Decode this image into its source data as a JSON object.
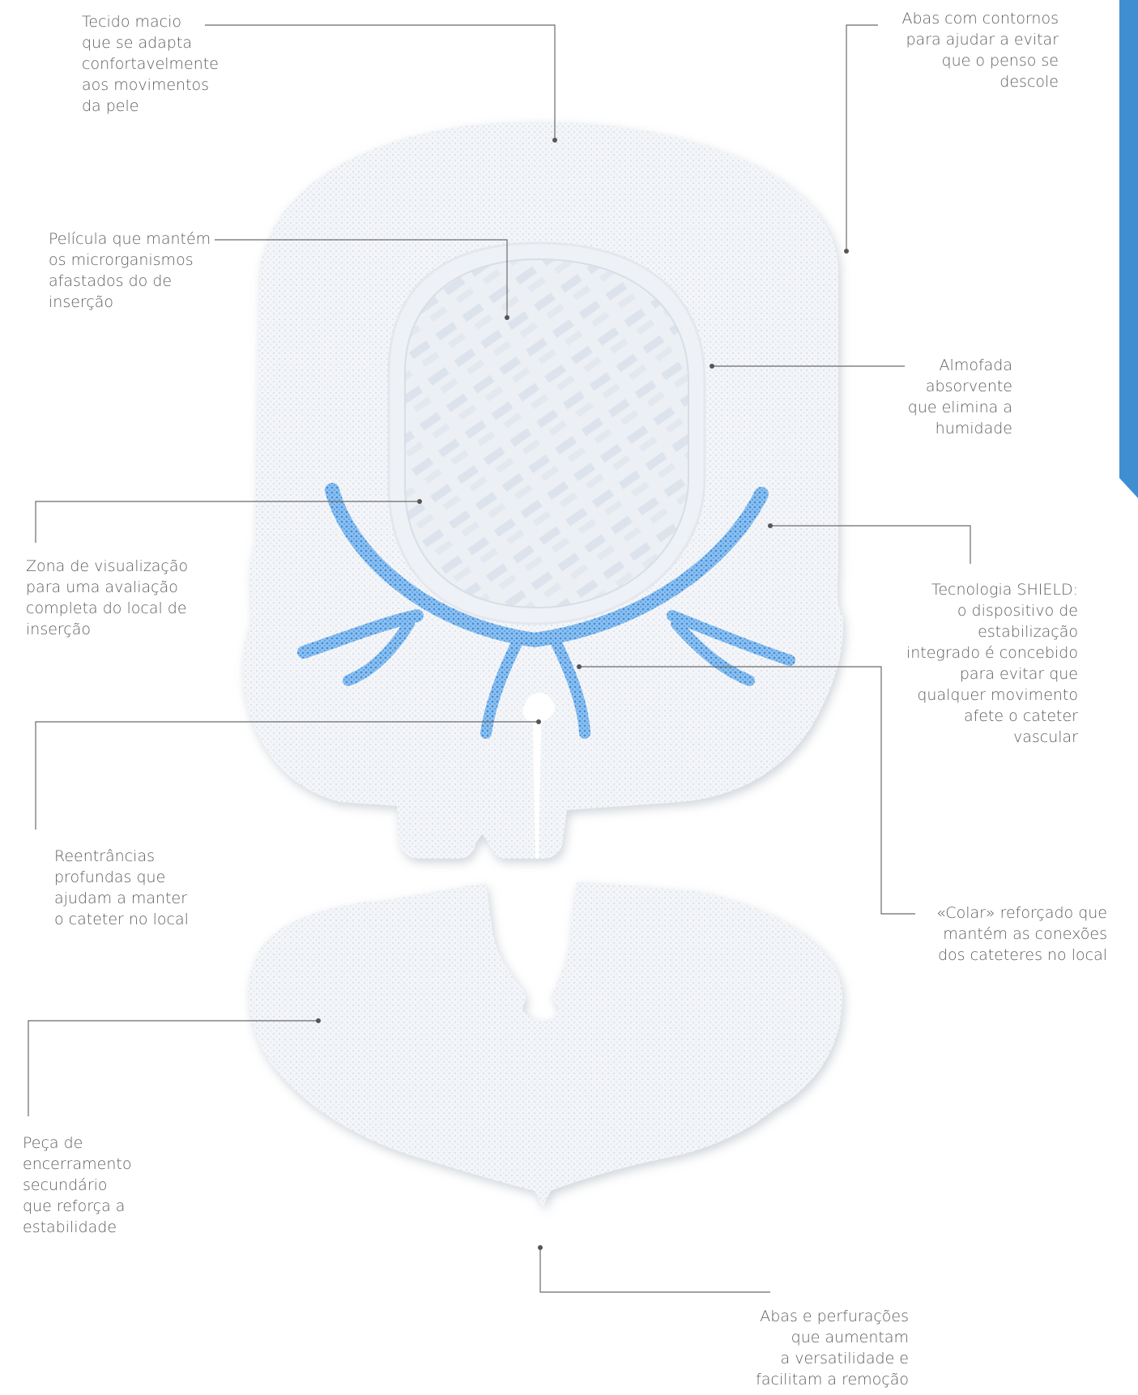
{
  "accent_color": "#3f8ed2",
  "labels": {
    "soft_fabric": [
      "Tecido macio",
      "que se adapta",
      "confortavelmente",
      "aos movimentos",
      "da pele"
    ],
    "contoured_flaps": [
      "Abas com contornos",
      "para ajudar a evitar",
      "que o penso se",
      "descole"
    ],
    "film": [
      "Película que mantém",
      "os microrganismos",
      "afastados do de",
      "inserção"
    ],
    "absorbent_pad": [
      "Almofada",
      "absorvente",
      "que elimina a",
      "humidade"
    ],
    "viewing_zone": [
      "Zona de visualização",
      "para uma avaliação",
      "completa do local de",
      "inserção"
    ],
    "shield_technology": [
      "Tecnologia SHIELD:",
      "o dispositivo de",
      "estabilização",
      "integrado é concebido",
      "para evitar que",
      "qualquer movimento",
      "afete o cateter",
      "vascular"
    ],
    "deep_notches": [
      "Reentrâncias",
      "profundas que",
      "ajudam a manter",
      "o cateter no local"
    ],
    "reinforced_collar": [
      "«Colar» reforçado que",
      "mantém as conexões",
      "dos cateteres no local"
    ],
    "secondary_closure": [
      "Peça de",
      "encerramento",
      "secundário",
      "que reforça a",
      "estabilidade"
    ],
    "tabs_perforations": [
      "Abas e perfurações",
      "que aumentam",
      "a versatilidade e",
      "facilitam a remoção"
    ]
  }
}
